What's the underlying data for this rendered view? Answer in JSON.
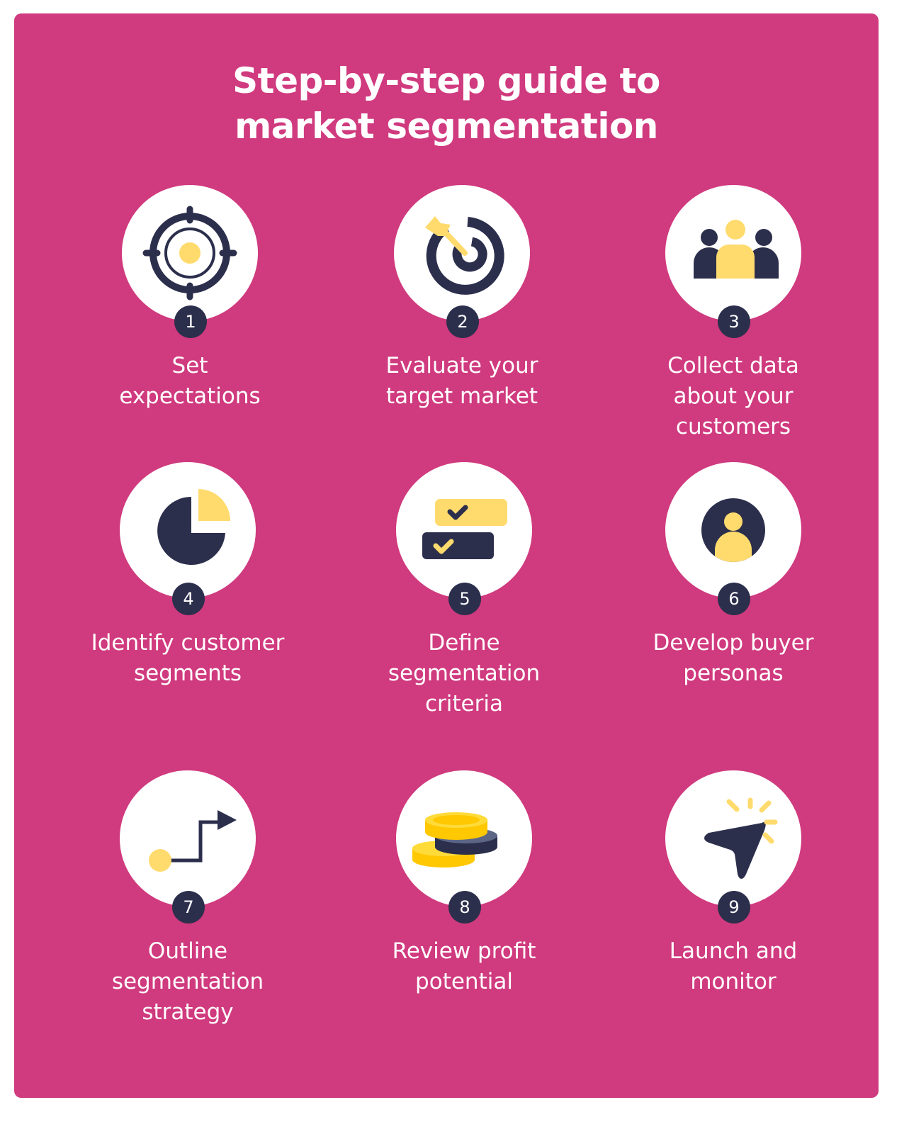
{
  "title_line1": "Step-by-step guide to",
  "title_line2": "market segmentation",
  "colors": {
    "background": "#D03A7E",
    "navy": "#2C2F4C",
    "yellow": "#FFDB6E",
    "circle": "#FFFFFF",
    "text": "#FFFFFF"
  },
  "steps": [
    {
      "number": "1",
      "label": "Set expectations",
      "icon": "crosshair-target-icon"
    },
    {
      "number": "2",
      "label": "Evaluate your target market",
      "icon": "bullseye-arrow-icon"
    },
    {
      "number": "3",
      "label": "Collect data about your customers",
      "icon": "people-group-icon"
    },
    {
      "number": "4",
      "label": "Identify customer segments",
      "icon": "pie-chart-icon"
    },
    {
      "number": "5",
      "label": "Define segmentation criteria",
      "icon": "checklist-icon"
    },
    {
      "number": "6",
      "label": "Develop buyer personas",
      "icon": "user-avatar-icon"
    },
    {
      "number": "7",
      "label": "Outline segmentation strategy",
      "icon": "path-arrow-icon"
    },
    {
      "number": "8",
      "label": "Review profit potential",
      "icon": "coin-stack-icon"
    },
    {
      "number": "9",
      "label": "Launch and monitor",
      "icon": "cursor-click-icon"
    }
  ]
}
